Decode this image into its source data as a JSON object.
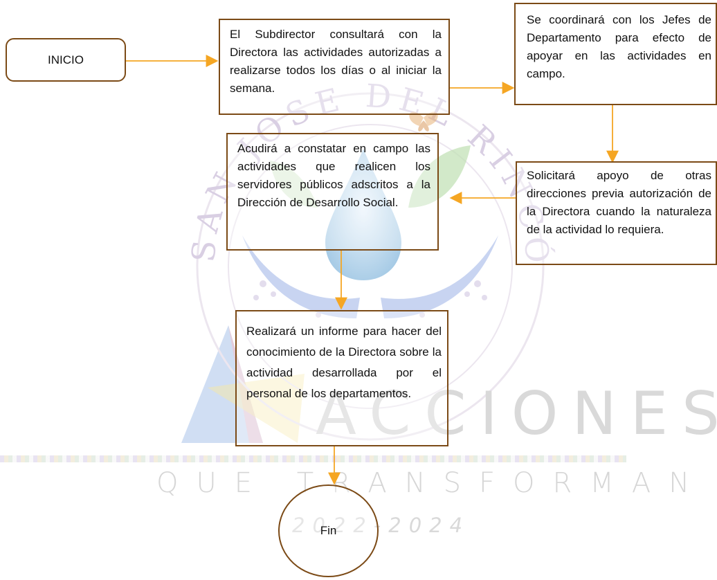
{
  "watermark": {
    "seal_text": "SAN JOSE DEL RINCÓN",
    "brand_word": "ACCIONES",
    "tagline": "QUE TRANSFORMAN",
    "years": "2022-2024"
  },
  "flow": {
    "start": "INICIO",
    "step1": "El Subdirector consultará con la Directora las actividades autorizadas a realizarse todos los días o al iniciar la semana.",
    "step2": "Se coordinará con los Jefes de Departamento para efecto de apoyar en las actividades en campo.",
    "step3": "Solicitará apoyo de otras direcciones previa autorización de la Directora cuando la naturaleza de la actividad lo requiera.",
    "step4": "Acudirá a constatar en campo las actividades que realicen los servidores públicos adscritos a la Dirección de Desarrollo Social.",
    "step5": "Realizará un informe para hacer del conocimiento de la Directora sobre la actividad desarrollada por el personal de los departamentos.",
    "end": "Fin"
  },
  "colors": {
    "box_border": "#7b4a16",
    "arrow": "#f5a623",
    "text": "#111111"
  }
}
